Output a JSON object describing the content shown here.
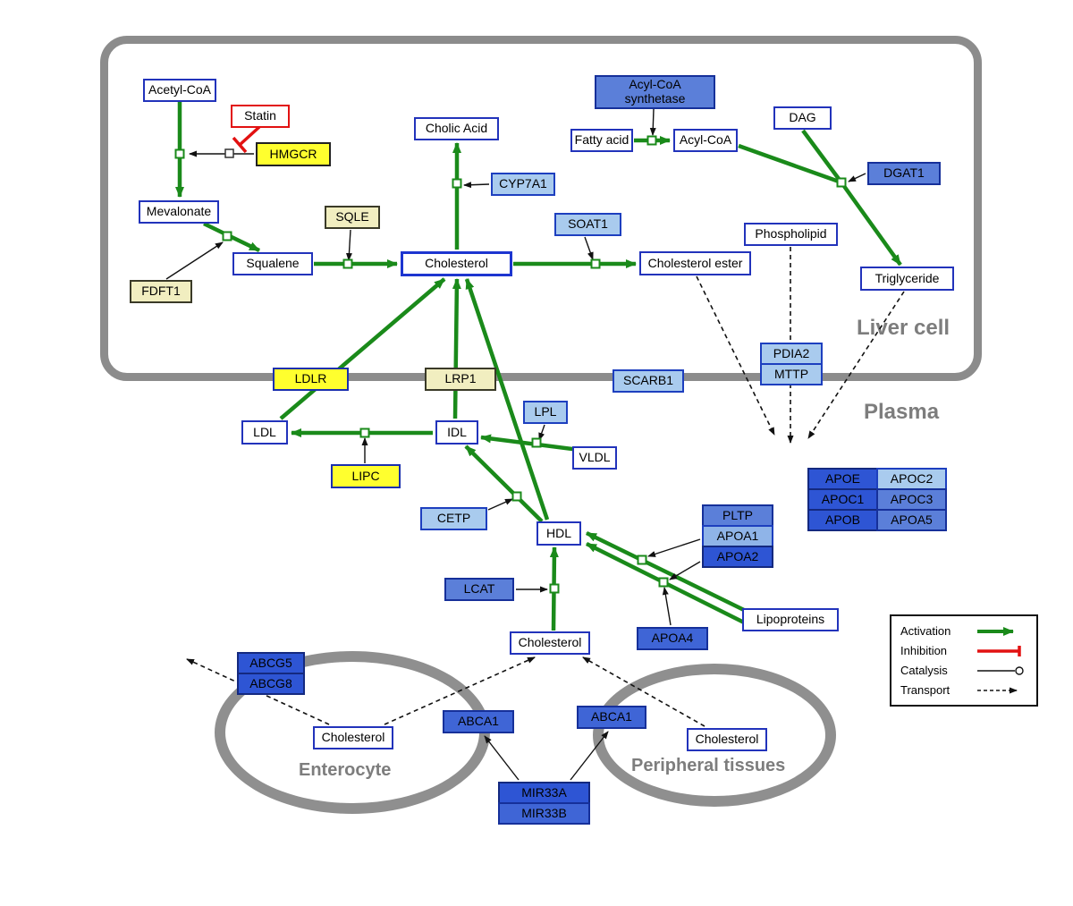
{
  "compartments": {
    "liver": "Liver cell",
    "plasma": "Plasma",
    "enterocyte": "Enterocyte",
    "peripheral": "Peripheral tissues"
  },
  "nodes": {
    "acetyl_coa": "Acetyl-CoA",
    "statin": "Statin",
    "hmgcr": "HMGCR",
    "mevalonate": "Mevalonate",
    "sqle": "SQLE",
    "fdft1": "FDFT1",
    "squalene": "Squalene",
    "cholesterol_liver": "Cholesterol",
    "cholic_acid": "Cholic Acid",
    "cyp7a1": "CYP7A1",
    "soat1": "SOAT1",
    "cholesterol_ester": "Cholesterol ester",
    "acyl_coa_synthetase": "Acyl-CoA synthetase",
    "fatty_acid": "Fatty acid",
    "acyl_coa": "Acyl-CoA",
    "dag": "DAG",
    "dgat1": "DGAT1",
    "phospholipid": "Phospholipid",
    "triglyceride": "Triglyceride",
    "pdia2": "PDIA2",
    "mttp": "MTTP",
    "ldlr": "LDLR",
    "lrp1": "LRP1",
    "scarb1": "SCARB1",
    "ldl": "LDL",
    "idl": "IDL",
    "lpl": "LPL",
    "vldl": "VLDL",
    "lipc": "LIPC",
    "cetp": "CETP",
    "hdl": "HDL",
    "pltp": "PLTP",
    "apoa1": "APOA1",
    "apoa2": "APOA2",
    "lcat": "LCAT",
    "apoa4": "APOA4",
    "lipoproteins": "Lipoproteins",
    "apoe": "APOE",
    "apoc2": "APOC2",
    "apoc1": "APOC1",
    "apoc3": "APOC3",
    "apob": "APOB",
    "apoa5": "APOA5",
    "cholesterol_plasma": "Cholesterol",
    "abcg5": "ABCG5",
    "abcg8": "ABCG8",
    "cholesterol_enterocyte": "Cholesterol",
    "abca1_enterocyte": "ABCA1",
    "abca1_peripheral": "ABCA1",
    "cholesterol_peripheral": "Cholesterol",
    "mir33a": "MIR33A",
    "mir33b": "MIR33B"
  },
  "legend": {
    "activation": "Activation",
    "inhibition": "Inhibition",
    "catalysis": "Catalysis",
    "transport": "Transport"
  },
  "colors": {
    "activation": "#1a8a1a",
    "inhibition": "#e21111",
    "membrane": "#8c8c8c",
    "metabolite_border": "#2233bb",
    "gene_light": "#a9cbee",
    "gene_medium": "#5b7fd9",
    "gene_dark": "#2e55d4",
    "enzyme_yellow": "#ffff2e",
    "enzyme_pale": "#f1eec0"
  }
}
